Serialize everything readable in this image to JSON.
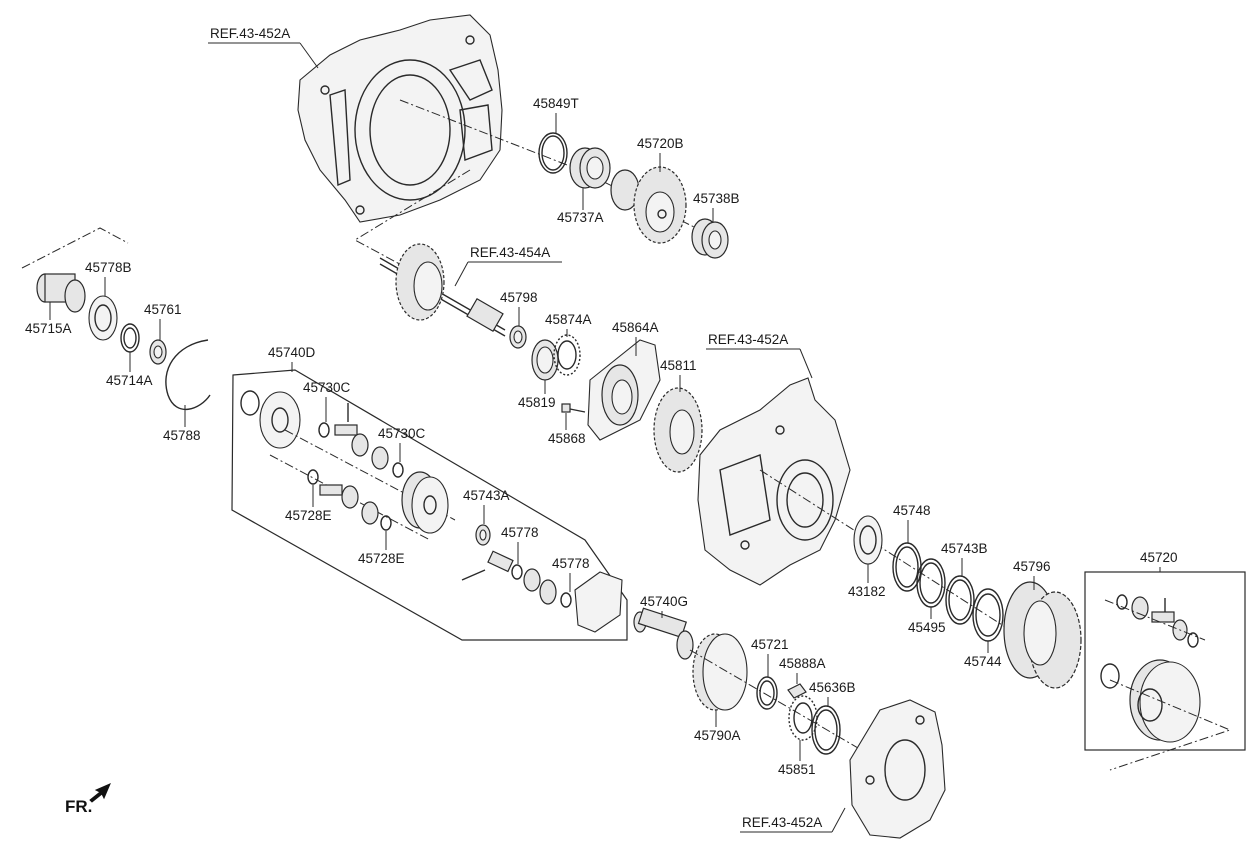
{
  "refs": [
    "REF.43-452A",
    "REF.43-454A",
    "REF.43-452A",
    "REF.43-452A"
  ],
  "front_marker": "FR.",
  "parts": [
    "45849T",
    "45720B",
    "45737A",
    "45738B",
    "45778B",
    "45761",
    "45715A",
    "45714A",
    "45788",
    "45798",
    "45874A",
    "45864A",
    "45819",
    "45868",
    "45811",
    "45740D",
    "45730C",
    "45730C",
    "45728E",
    "45728E",
    "45743A",
    "45778",
    "45778",
    "45748",
    "45743B",
    "45796",
    "43182",
    "45495",
    "45744",
    "45720",
    "45740G",
    "45721",
    "45888A",
    "45636B",
    "45790A",
    "45851"
  ]
}
